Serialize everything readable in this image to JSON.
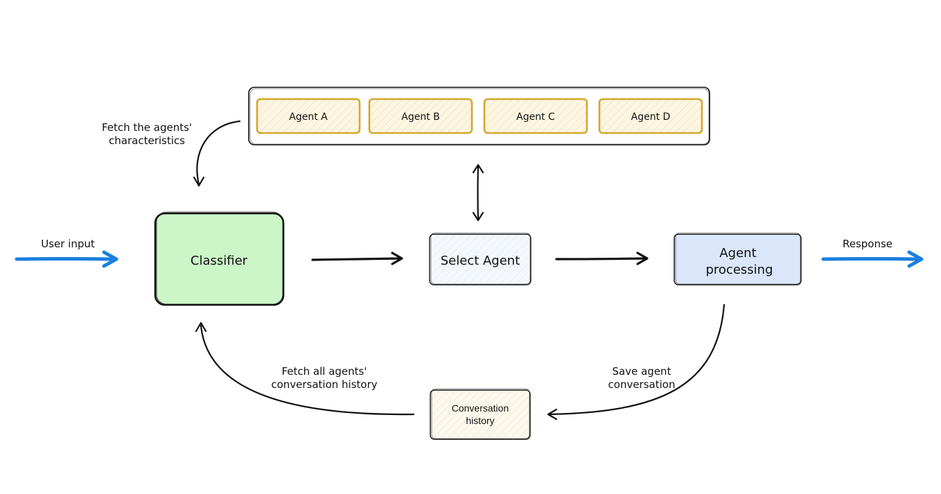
{
  "nodes": {
    "classifier": "Classifier",
    "select_agent": "Select Agent",
    "agent_processing": [
      "Agent",
      "processing"
    ],
    "conversation_history": [
      "Conversation",
      "history"
    ],
    "agents": [
      "Agent A",
      "Agent B",
      "Agent C",
      "Agent D"
    ]
  },
  "labels": {
    "user_input": "User input",
    "response": "Response",
    "fetch_characteristics": [
      "Fetch the agents'",
      "characteristics"
    ],
    "fetch_history": [
      "Fetch all agents'",
      "conversation history"
    ],
    "save_conversation": [
      "Save agent",
      "conversation"
    ]
  },
  "colors": {
    "classifier_fill": "#ccf5c8",
    "select_agent_fill": "#eef5fb",
    "agent_processing_fill": "#dbe6fa",
    "history_fill": "#fbf6ea",
    "agent_border": "#d4a72c",
    "agent_fill": "#fdf4dc",
    "io_arrow": "#1a7fe0",
    "stroke": "#111111"
  }
}
